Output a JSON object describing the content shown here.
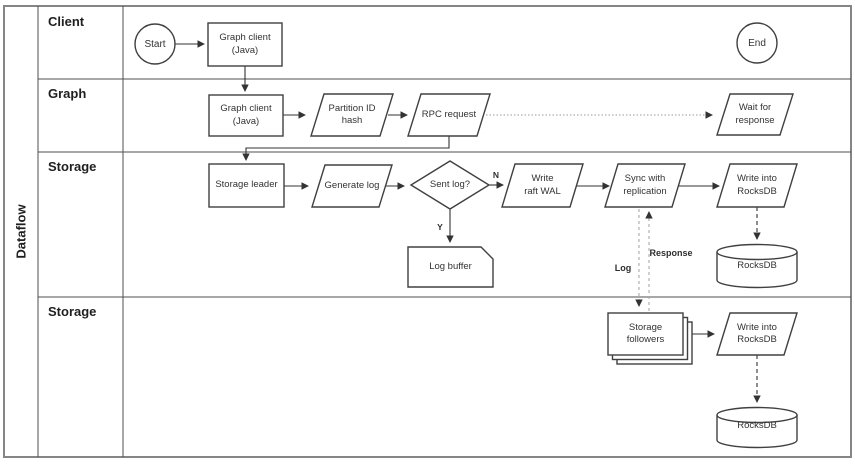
{
  "diagram": {
    "title": "Dataflow",
    "lanes": [
      {
        "label": "Client"
      },
      {
        "label": "Graph"
      },
      {
        "label": "Storage"
      },
      {
        "label": "Storage"
      }
    ],
    "nodes": {
      "start": {
        "line1": "Start",
        "shape": "circle"
      },
      "end": {
        "line1": "End",
        "shape": "circle"
      },
      "client_graph_client": {
        "line1": "Graph client",
        "line2": "(Java)",
        "shape": "rect"
      },
      "graph_graph_client": {
        "line1": "Graph client",
        "line2": "(Java)",
        "shape": "rect"
      },
      "partition_id_hash": {
        "line1": "Partition ID",
        "line2": "hash",
        "shape": "parallelogram"
      },
      "rpc_request": {
        "line1": "RPC request",
        "shape": "parallelogram"
      },
      "wait_for_response": {
        "line1": "Wait for",
        "line2": "response",
        "shape": "parallelogram"
      },
      "storage_leader": {
        "line1": "Storage leader",
        "shape": "rect"
      },
      "generate_log": {
        "line1": "Generate log",
        "shape": "parallelogram"
      },
      "sent_log": {
        "line1": "Sent log?",
        "shape": "diamond"
      },
      "log_buffer": {
        "line1": "Log buffer",
        "shape": "card"
      },
      "write_raft_wal": {
        "line1": "Write",
        "line2": "raft WAL",
        "shape": "parallelogram"
      },
      "sync_with_replication": {
        "line1": "Sync with",
        "line2": "replication",
        "shape": "parallelogram"
      },
      "write_into_rocksdb_leader": {
        "line1": "Write into",
        "line2": "RocksDB",
        "shape": "parallelogram"
      },
      "rocksdb_leader": {
        "line1": "RocksDB",
        "shape": "cylinder"
      },
      "storage_followers": {
        "line1": "Storage",
        "line2": "followers",
        "shape": "stacked-rect"
      },
      "write_into_rocksdb_follower": {
        "line1": "Write into",
        "line2": "RocksDB",
        "shape": "parallelogram"
      },
      "rocksdb_follower": {
        "line1": "RocksDB",
        "shape": "cylinder"
      }
    },
    "edge_labels": {
      "no": "N",
      "yes": "Y",
      "log": "Log",
      "response": "Response"
    },
    "colors": {
      "shape_stroke": "#404040",
      "connector": "#333333",
      "dashed_connector": "#a8a8a8",
      "outer_border": "#858585",
      "background": "#ffffff"
    }
  }
}
